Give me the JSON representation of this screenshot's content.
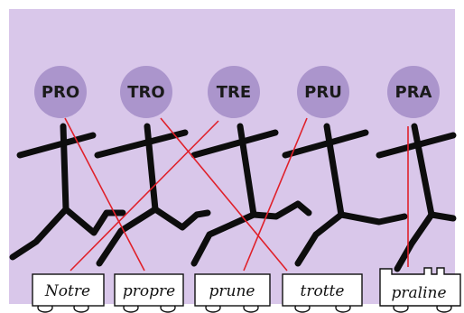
{
  "colors": {
    "background": "#d9c7ea",
    "frame": "#ffffff",
    "bubble": "#ab95cc",
    "figure": "#0d0d0d",
    "connector": "#e0202a",
    "sign_fill": "#ffffff",
    "sign_border": "#111111"
  },
  "syllables": [
    {
      "label": "PRO"
    },
    {
      "label": "TRO"
    },
    {
      "label": "TRE"
    },
    {
      "label": "PRU"
    },
    {
      "label": "PRA"
    }
  ],
  "words": [
    {
      "label": "Notre"
    },
    {
      "label": "propre"
    },
    {
      "label": "prune"
    },
    {
      "label": "trotte"
    },
    {
      "label": "praline"
    }
  ],
  "links": [
    {
      "syllable": "PRO",
      "word": "propre"
    },
    {
      "syllable": "TRO",
      "word": "trotte"
    },
    {
      "syllable": "TRE",
      "word": "Notre"
    },
    {
      "syllable": "PRU",
      "word": "prune"
    },
    {
      "syllable": "PRA",
      "word": "praline"
    }
  ]
}
